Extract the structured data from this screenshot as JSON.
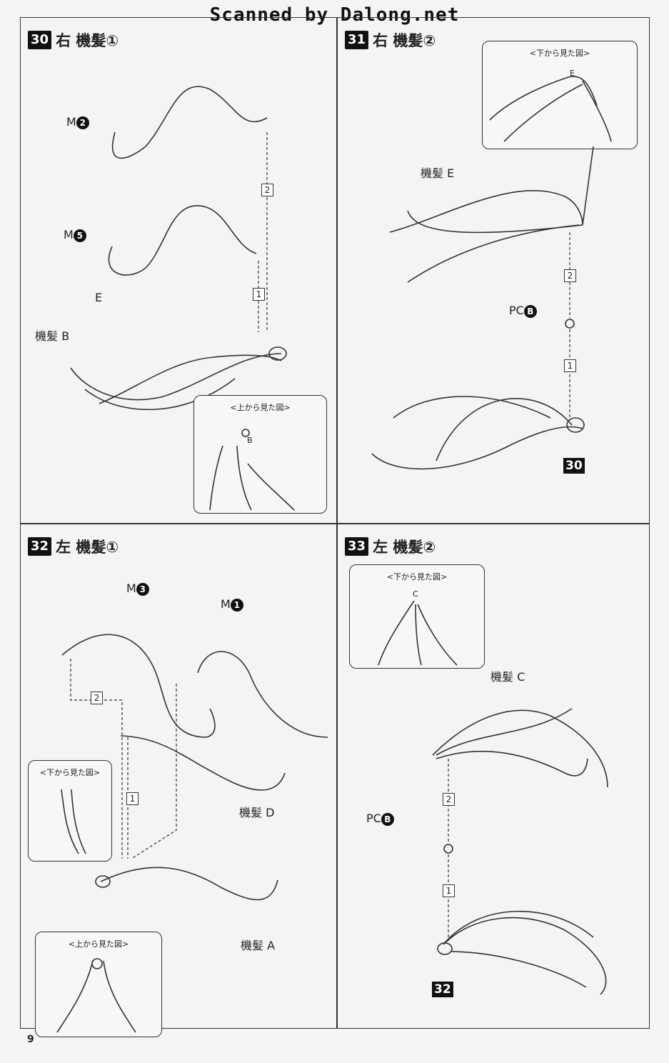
{
  "credit": "Scanned by Dalong.net",
  "page_number": "9",
  "steps": [
    {
      "number": "30",
      "title": "右 機髪①",
      "labels": {
        "m2": "M",
        "m2_num": "2",
        "m5": "M",
        "m5_num": "5",
        "e": "E",
        "base": "機髪 B"
      },
      "inset": {
        "title": "<上から見た図>",
        "mark": "B"
      },
      "orders": [
        "2",
        "1"
      ]
    },
    {
      "number": "31",
      "title": "右 機髪②",
      "labels": {
        "part": "機髪 E",
        "pc": "PC",
        "pc_letter": "B"
      },
      "inset": {
        "title": "<下から見た図>",
        "mark": "E"
      },
      "orders": [
        "2",
        "1"
      ],
      "ref": "30"
    },
    {
      "number": "32",
      "title": "左 機髪①",
      "labels": {
        "m3": "M",
        "m3_num": "3",
        "m1": "M",
        "m1_num": "1",
        "d": "機髪 D",
        "a": "機髪 A"
      },
      "inset_bottom": {
        "title": "<下から見た図>"
      },
      "inset_top": {
        "title": "<上から見た図>"
      },
      "orders": [
        "2",
        "1"
      ]
    },
    {
      "number": "33",
      "title": "左 機髪②",
      "labels": {
        "part": "機髪 C",
        "pc": "PC",
        "pc_letter": "B"
      },
      "inset": {
        "title": "<下から見た図>",
        "mark": "C"
      },
      "orders": [
        "2",
        "1"
      ],
      "ref": "32"
    }
  ]
}
